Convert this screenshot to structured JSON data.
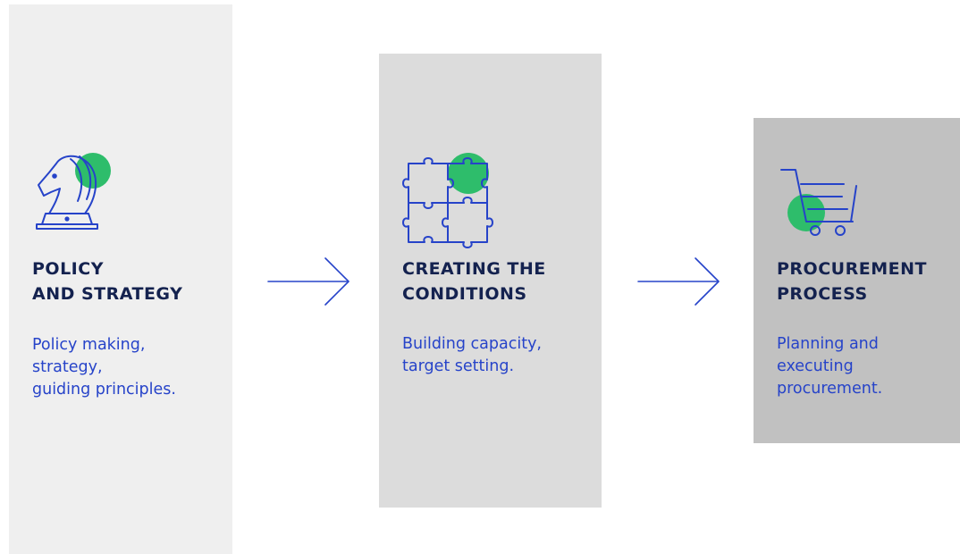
{
  "colors": {
    "panel_1_bg": "#efefef",
    "panel_2_bg": "#dcdcdc",
    "panel_3_bg": "#c1c1c1",
    "title": "#14224f",
    "text": "#2643c9",
    "accent": "#2ebd6b",
    "line": "#2643c9"
  },
  "steps": [
    {
      "title": "POLICY\nAND STRATEGY",
      "description": "Policy making,\nstrategy,\nguiding principles.",
      "icon": "chess-knight-icon"
    },
    {
      "title": "CREATING THE\nCONDITIONS",
      "description": "Building capacity,\ntarget setting.",
      "icon": "puzzle-icon"
    },
    {
      "title": "PROCUREMENT\nPROCESS",
      "description": "Planning and\nexecuting\nprocurement.",
      "icon": "shopping-cart-icon"
    }
  ],
  "connectors": [
    {
      "icon": "arrow-right-icon"
    },
    {
      "icon": "arrow-right-icon"
    }
  ]
}
